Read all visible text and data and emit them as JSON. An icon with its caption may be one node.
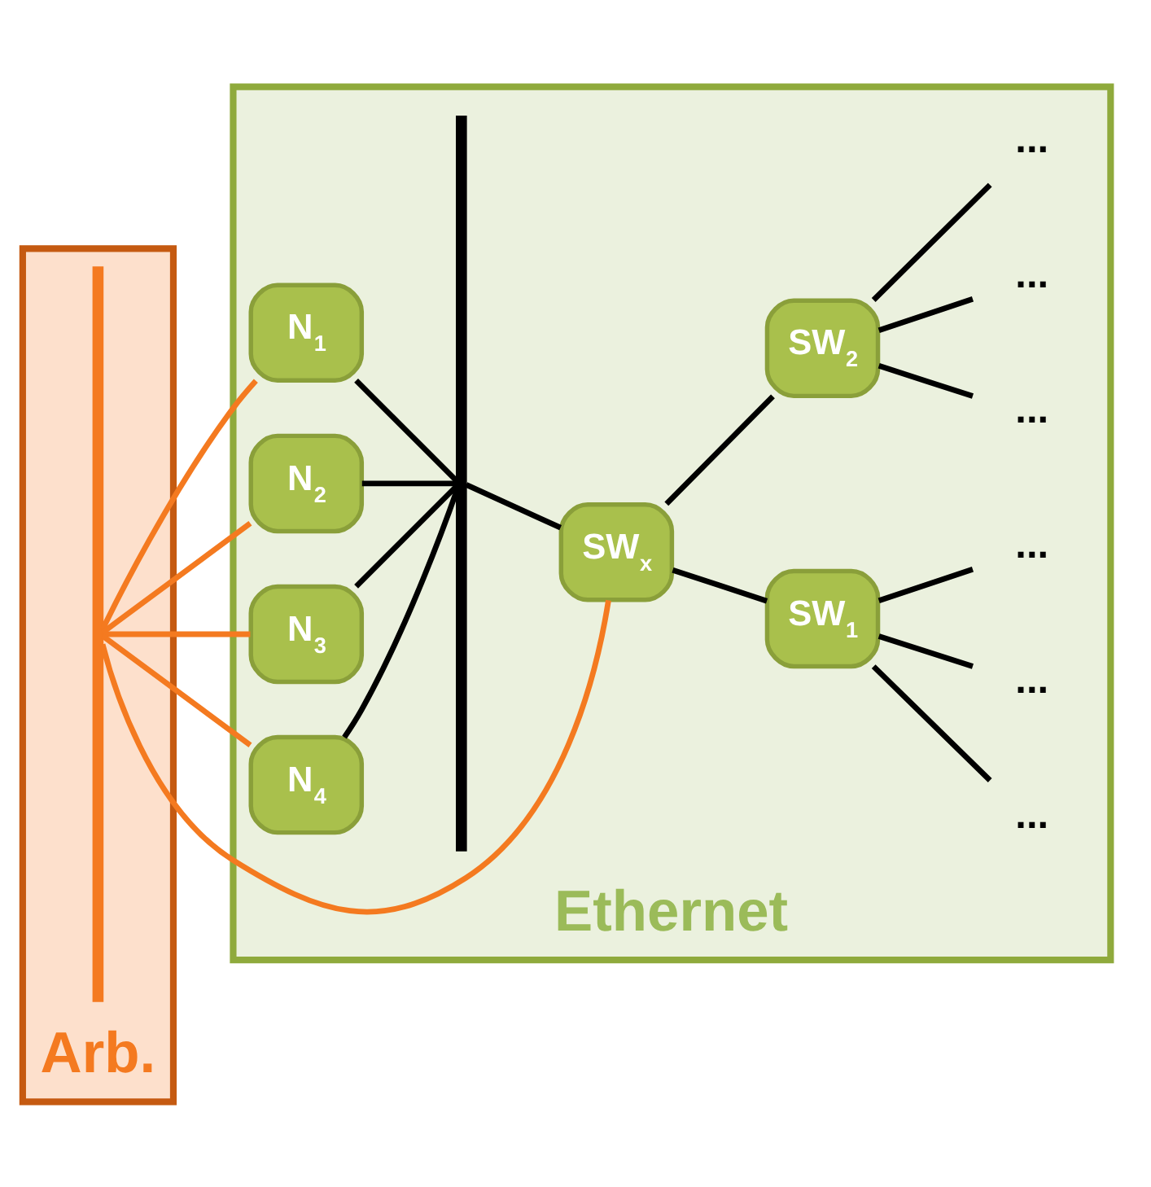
{
  "diagram": {
    "nodes": [
      {
        "text": [
          "Arb."
        ]
      },
      {
        "text": [],
        "shape": "bar",
        "in": 0
      },
      {
        "text": [
          "Ethernet"
        ]
      },
      {
        "text": [
          "N$_{1}$"
        ],
        "in": 2
      },
      {
        "text": [
          "N$_{2}$"
        ],
        "in": 2
      },
      {
        "text": [
          "N$_{3}$"
        ],
        "in": 2
      },
      {
        "text": [
          "N$_{4}$"
        ],
        "in": 2
      },
      {
        "text": [],
        "shape": "bar",
        "in": 2
      },
      {
        "text": [
          "SW$_{x}$"
        ],
        "in": 2
      },
      {
        "text": [
          "SW$_{1}$"
        ],
        "in": 2
      },
      {
        "text": [
          "SW$_{2}$"
        ],
        "in": 2
      },
      {
        "text": [
          "..."
        ],
        "in": 2
      },
      {
        "text": [
          "..."
        ],
        "in": 2
      },
      {
        "text": [
          "..."
        ],
        "in": 2
      },
      {
        "text": [
          "..."
        ],
        "in": 2
      },
      {
        "text": [
          "..."
        ],
        "in": 2
      },
      {
        "text": [
          "..."
        ],
        "in": 2
      }
    ],
    "edges": [
      {
        "from": 1,
        "to": 8,
        "arrow": "none",
        "color": "#f47a20"
      },
      {
        "from": 1,
        "to": 3,
        "arrow": "none",
        "color": "#f47a20"
      },
      {
        "from": 1,
        "to": 4,
        "arrow": "none",
        "color": "#f47a20"
      },
      {
        "from": 1,
        "to": 5,
        "arrow": "none",
        "color": "#f47a20"
      },
      {
        "from": 1,
        "to": 6,
        "arrow": "none",
        "color": "#f47a20"
      },
      {
        "from": 3,
        "to": 7,
        "arrow": "none"
      },
      {
        "from": 4,
        "to": 7,
        "arrow": "none"
      },
      {
        "from": 5,
        "to": 7,
        "arrow": "none"
      },
      {
        "from": 6,
        "to": 7,
        "arrow": "none"
      },
      {
        "from": 7,
        "to": 8,
        "arrow": "none"
      },
      {
        "from": 8,
        "to": 9,
        "arrow": "none"
      },
      {
        "from": 8,
        "to": 10,
        "arrow": "none"
      },
      {
        "from": 9,
        "to": 11,
        "arrow": "none"
      },
      {
        "from": 9,
        "to": 12,
        "arrow": "none"
      },
      {
        "from": 9,
        "to": 13,
        "arrow": "none"
      },
      {
        "from": 10,
        "to": 14,
        "arrow": "none"
      },
      {
        "from": 10,
        "to": 15,
        "arrow": "none"
      },
      {
        "from": 10,
        "to": 16,
        "arrow": "none"
      }
    ]
  }
}
